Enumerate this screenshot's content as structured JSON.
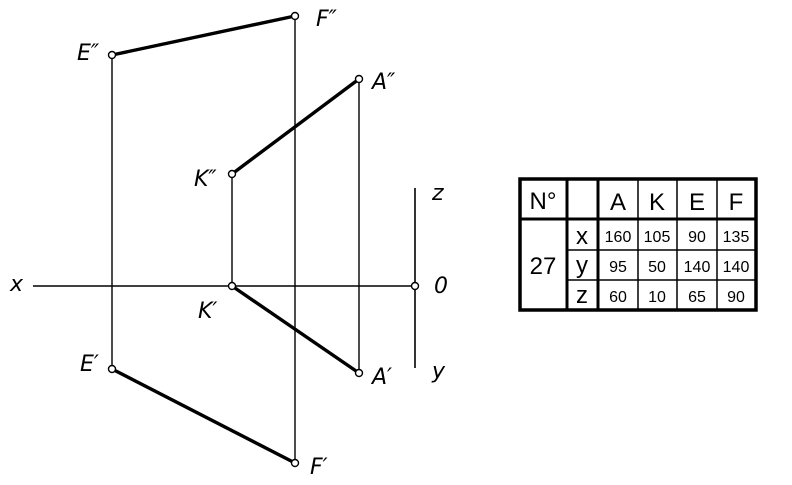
{
  "diagram": {
    "axis_labels": {
      "x": "x",
      "z": "z",
      "o": "0",
      "y": "y"
    },
    "points": {
      "E2": "E″",
      "F2": "F″",
      "A2": "A″",
      "K2": "K″",
      "K1": "K′",
      "E1": "E′",
      "A1": "A′",
      "F1": "F′"
    }
  },
  "table": {
    "no_label": "N°",
    "variant": "27",
    "headers": [
      "A",
      "K",
      "E",
      "F"
    ],
    "rows": [
      {
        "axis": "x",
        "values": [
          "160",
          "105",
          "90",
          "135"
        ]
      },
      {
        "axis": "y",
        "values": [
          "95",
          "50",
          "140",
          "140"
        ]
      },
      {
        "axis": "z",
        "values": [
          "60",
          "10",
          "65",
          "90"
        ]
      }
    ]
  }
}
